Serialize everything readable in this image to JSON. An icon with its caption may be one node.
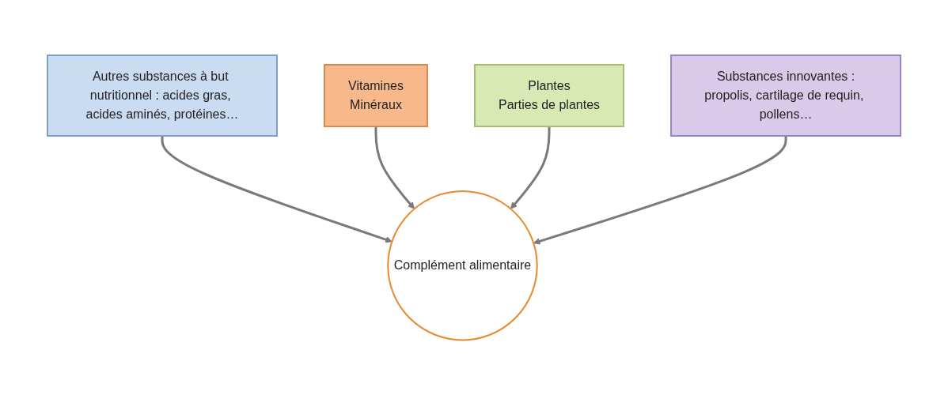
{
  "diagram": {
    "nodes": [
      {
        "text": [
          "Autres substances à but nutritionnel : acides gras, acides aminés, protéines…"
        ]
      },
      {
        "text": [
          "Vitamines",
          "Minéraux"
        ]
      },
      {
        "text": [
          "Complément alimentaire"
        ]
      },
      {
        "text": [
          "Plantes",
          "Parties de plantes"
        ]
      },
      {
        "text": [
          "Substances innovantes :",
          "propolis, cartilage de requin, pollens…"
        ]
      }
    ],
    "edges": [
      {
        "from": 0,
        "to": 2,
        "arrow": "to"
      },
      {
        "from": 1,
        "to": 2,
        "arrow": "to"
      },
      {
        "from": 3,
        "to": 2,
        "arrow": "to"
      },
      {
        "from": 4,
        "to": 2,
        "arrow": "to"
      }
    ]
  }
}
